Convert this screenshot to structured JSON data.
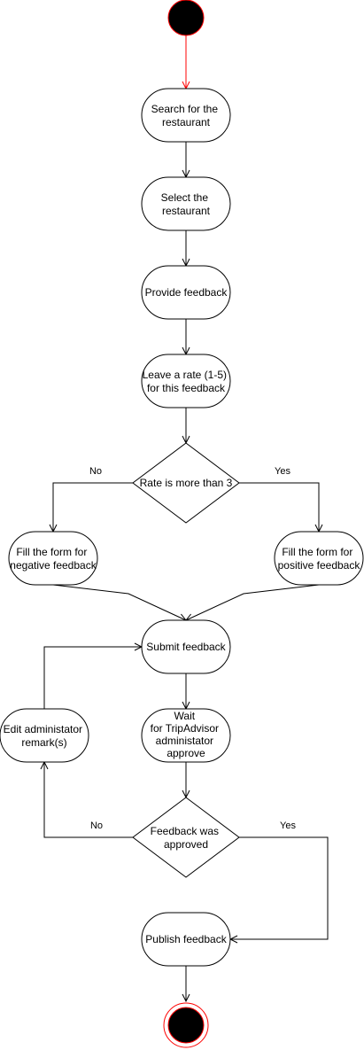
{
  "colors": {
    "stroke": "#000000",
    "fill": "#ffffff",
    "start_node": "#000000",
    "start_node_outline": "#ff0000",
    "first_edge": "#ff0000"
  },
  "nodes": {
    "search": [
      "Search for the",
      "restaurant"
    ],
    "select": [
      "Select the",
      "restaurant"
    ],
    "provide": [
      "Provide feedback"
    ],
    "rate": [
      "Leave a rate (1-5)",
      "for this feedback"
    ],
    "rate_decision": [
      "Rate is more than 3"
    ],
    "negative": [
      "Fill the form for",
      "negative feedback"
    ],
    "positive": [
      "Fill the form for",
      "positive feedback"
    ],
    "submit": [
      "Submit feedback"
    ],
    "wait": [
      "Wait",
      "for TripAdvisor",
      "administator",
      "approve"
    ],
    "edit": [
      "Edit administator",
      "remark(s)"
    ],
    "approved_decision": [
      "Feedback was",
      "approved"
    ],
    "publish": [
      "Publish feedback"
    ]
  },
  "edge_labels": {
    "rate_no": "No",
    "rate_yes": "Yes",
    "approved_no": "No",
    "approved_yes": "Yes"
  }
}
